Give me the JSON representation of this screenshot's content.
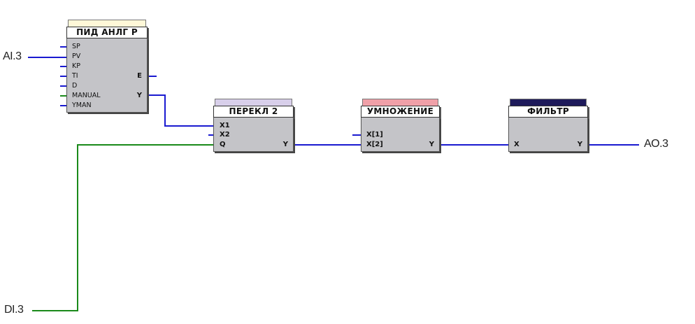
{
  "external": {
    "in1": "AI.3",
    "in2": "DI.3",
    "out1": "AO.3"
  },
  "blocks": {
    "pid": {
      "title": "ПИД АНЛГ Р",
      "tab_color": "#fff8d8",
      "inputs": [
        "SP",
        "PV",
        "KP",
        "TI",
        "D",
        "MANUAL",
        "YMAN"
      ],
      "outputs": [
        "E",
        "Y"
      ]
    },
    "switch": {
      "title": "ПЕРЕКЛ 2",
      "tab_color": "#d8cfea",
      "inputs": [
        "X1",
        "X2",
        "Q"
      ],
      "outputs": [
        "Y"
      ]
    },
    "mult": {
      "title": "УМНОЖЕНИЕ",
      "tab_color": "#f0a0a8",
      "inputs": [
        "X[1]",
        "X[2]"
      ],
      "outputs": [
        "Y"
      ]
    },
    "filter": {
      "title": "ФИЛЬТР",
      "tab_color": "#1e1a5a",
      "inputs": [
        "X"
      ],
      "outputs": [
        "Y"
      ]
    }
  },
  "colors": {
    "analog_wire": "#1a1ad0",
    "digital_wire": "#1a8a1a"
  }
}
